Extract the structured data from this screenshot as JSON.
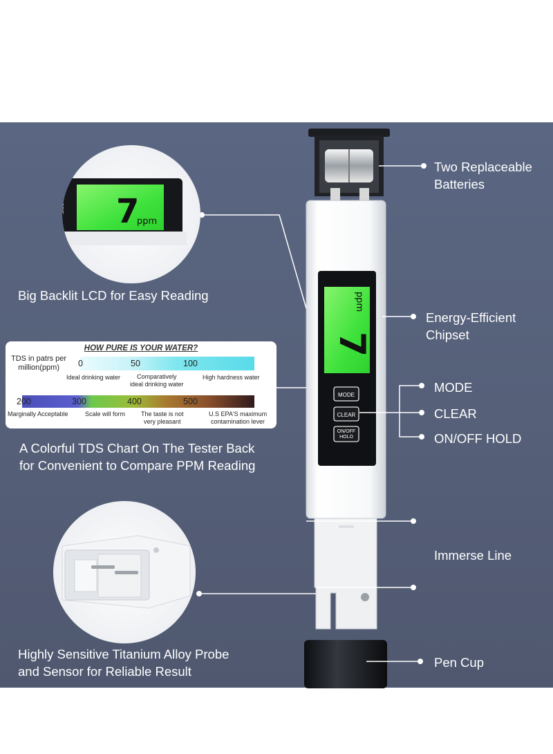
{
  "captions": {
    "lcd": "Big Backlit LCD for Easy Reading",
    "chart_line1": "A Colorful TDS Chart On The Tester Back",
    "chart_line2": "for Convenient to Compare PPM Reading",
    "probe_line1": "Highly Sensitive Titanium Alloy Probe",
    "probe_line2": "and Sensor for Reliable Result"
  },
  "callouts": {
    "batteries_line1": "Two Replaceable",
    "batteries_line2": "Batteries",
    "chipset_line1": "Energy-Efficient",
    "chipset_line2": "Chipset",
    "mode": "MODE",
    "clear": "CLEAR",
    "onoff": "ON/OFF HOLD",
    "immerse": "Immerse Line",
    "pen_cup": "Pen Cup"
  },
  "lcd": {
    "reading": "7",
    "unit": "ppm",
    "mode_label": "MODE"
  },
  "device": {
    "mode_button": "MODE",
    "clear_button": "CLEAR",
    "onoff_line1": "ON/OFF",
    "onoff_line2": "HOLO"
  },
  "tds_chart": {
    "title": "HOW PURE IS YOUR WATER?",
    "ylabel_line1": "TDS in patrs per",
    "ylabel_line2": "million(ppm)",
    "scale1": [
      "0",
      "50",
      "100"
    ],
    "scale1_labels": {
      "a": "Ideal drinking water",
      "b1": "Comparatively",
      "b2": "ideal drinking water",
      "c": "High hardness water"
    },
    "scale2": [
      "200",
      "300",
      "400",
      "500"
    ],
    "scale2_labels": {
      "a": "Marginally Acceptable",
      "b": "Scale will form",
      "c1": "The taste is not",
      "c2": "very pleasant",
      "d1": "U.S EPA'S maximum",
      "d2": "contamination lever"
    }
  },
  "colors": {
    "panel": "#566079",
    "lcd_green": "#3ee23b",
    "lcd_light": "#7cf06a"
  }
}
